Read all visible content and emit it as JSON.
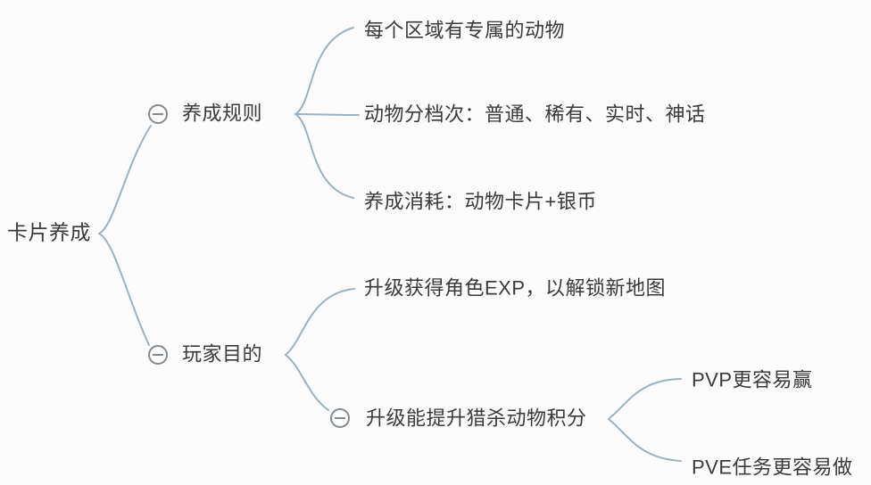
{
  "colors": {
    "background": "#fcfcfc",
    "connector_line": "#9cb2c0",
    "text": "#3a3a3a",
    "collapse_icon_stroke": "#828a90"
  },
  "mindmap": {
    "root": {
      "label": "卡片养成"
    },
    "branches": [
      {
        "label": "养成规则",
        "collapse_icon": "minus-circle-icon",
        "children": [
          {
            "label": "每个区域有专属的动物"
          },
          {
            "label": "动物分档次：普通、稀有、实时、神话"
          },
          {
            "label": "养成消耗：动物卡片+银币"
          }
        ]
      },
      {
        "label": "玩家目的",
        "collapse_icon": "minus-circle-icon",
        "children": [
          {
            "label": "升级获得角色EXP，以解锁新地图"
          },
          {
            "label": "升级能提升猎杀动物积分",
            "collapse_icon": "minus-circle-icon",
            "children": [
              {
                "label": "PVP更容易赢"
              },
              {
                "label": "PVE任务更容易做"
              }
            ]
          }
        ]
      }
    ]
  }
}
